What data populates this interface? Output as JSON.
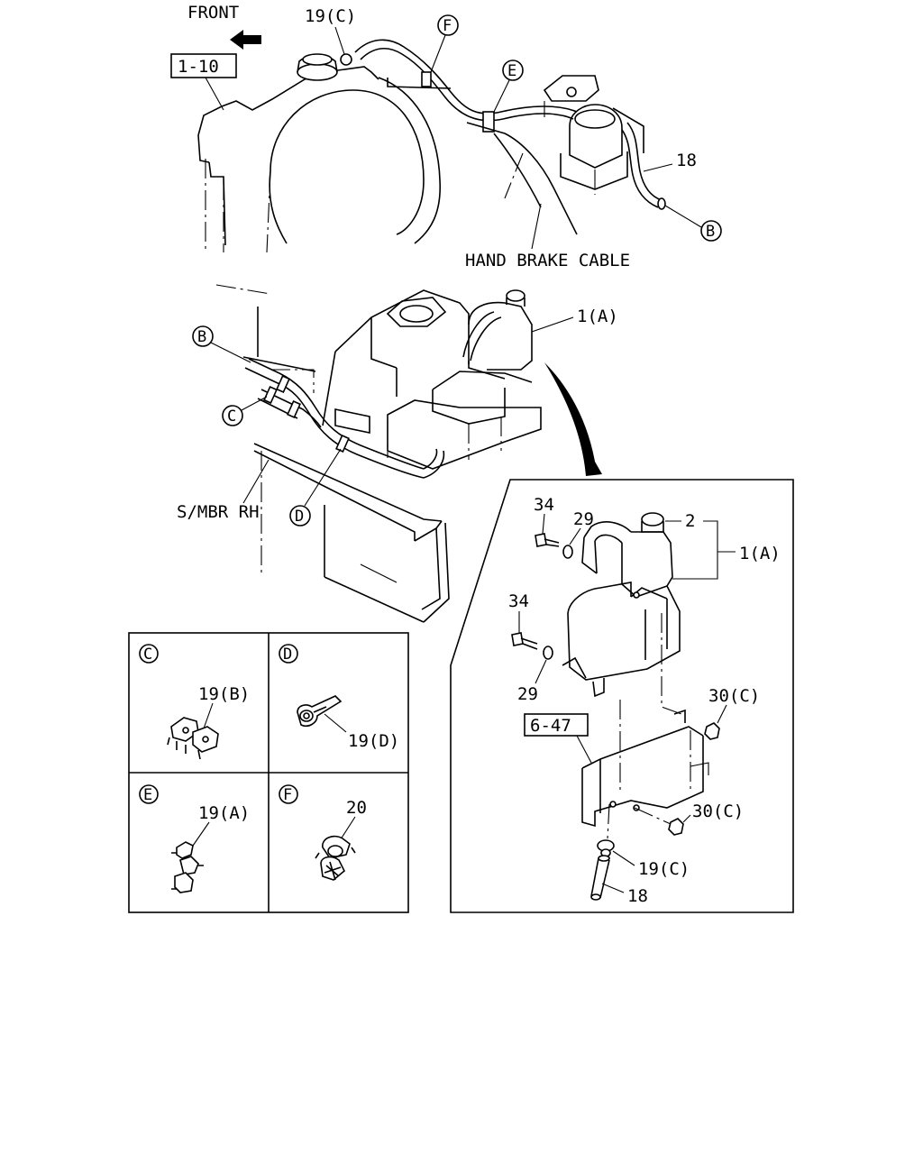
{
  "labels": {
    "front": "FRONT",
    "ref_1_10": "1-10",
    "ref_6_47": "6-47",
    "hand_brake_cable": "HAND BRAKE CABLE",
    "smbr_rh": "S/MBR RH",
    "p19c_top": "19(C)",
    "p18_top": "18",
    "p1a_mid": "1(A)",
    "p34_a": "34",
    "p29_a": "29",
    "p2": "2",
    "p1a_detail": "1(A)",
    "p34_b": "34",
    "p29_b": "29",
    "p30c_a": "30(C)",
    "p30c_b": "30(C)",
    "p19c_detail": "19(C)",
    "p18_detail": "18",
    "p19b": "19(B)",
    "p19d": "19(D)",
    "p19a": "19(A)",
    "p20": "20"
  },
  "callouts": {
    "b_top": "B",
    "e_top": "E",
    "f_top": "F",
    "b_mid": "B",
    "c_mid": "C",
    "d_mid": "D",
    "c_box": "C",
    "d_box": "D",
    "e_box": "E",
    "f_box": "F"
  }
}
